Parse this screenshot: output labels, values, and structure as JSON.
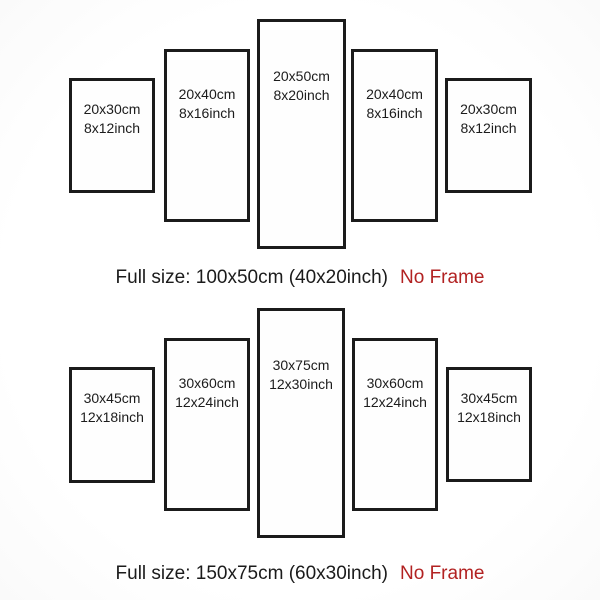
{
  "colors": {
    "panel_border": "#1b1b1b",
    "text": "#1c1c1c",
    "no_frame_red": "#b22222",
    "background": "#ffffff"
  },
  "diagrams": [
    {
      "name": "five-panel-set-100x50",
      "panels": [
        {
          "cm": "20x30cm",
          "inch": "8x12inch"
        },
        {
          "cm": "20x40cm",
          "inch": "8x16inch"
        },
        {
          "cm": "20x50cm",
          "inch": "8x20inch"
        },
        {
          "cm": "20x40cm",
          "inch": "8x16inch"
        },
        {
          "cm": "20x30cm",
          "inch": "8x12inch"
        }
      ],
      "caption": {
        "full_size": "Full size: 100x50cm (40x20inch)",
        "no_frame": "No Frame"
      }
    },
    {
      "name": "five-panel-set-150x75",
      "panels": [
        {
          "cm": "30x45cm",
          "inch": "12x18inch"
        },
        {
          "cm": "30x60cm",
          "inch": "12x24inch"
        },
        {
          "cm": "30x75cm",
          "inch": "12x30inch"
        },
        {
          "cm": "30x60cm",
          "inch": "12x24inch"
        },
        {
          "cm": "30x45cm",
          "inch": "12x18inch"
        }
      ],
      "caption": {
        "full_size": "Full size: 150x75cm (60x30inch)",
        "no_frame": "No Frame"
      }
    }
  ]
}
